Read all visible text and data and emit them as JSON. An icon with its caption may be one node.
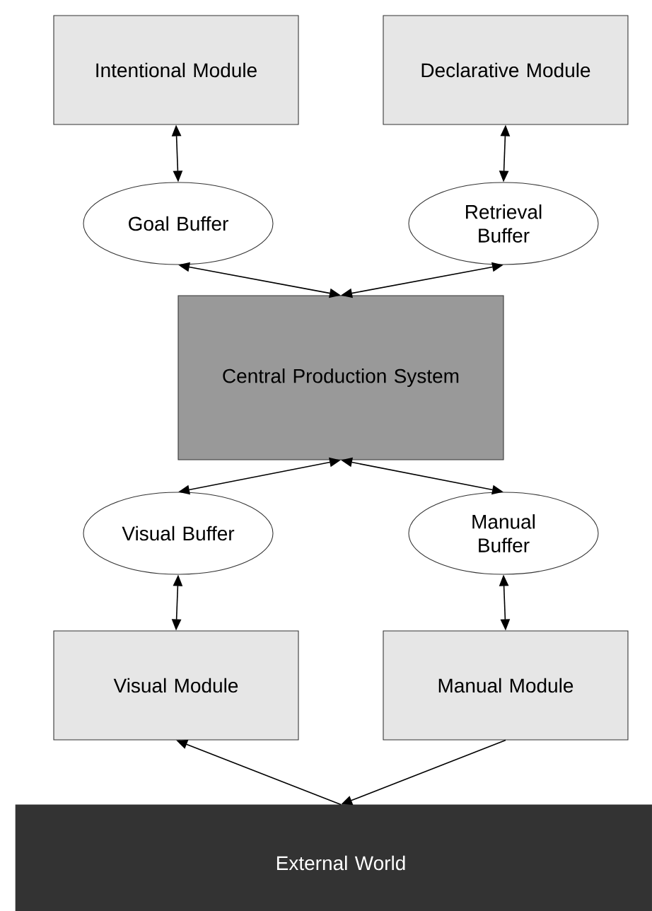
{
  "diagram": {
    "nodes": [
      {
        "text": [
          "Intentional Module"
        ]
      },
      {
        "text": [
          "Declarative Module"
        ]
      },
      {
        "text": [
          "Goal Buffer"
        ]
      },
      {
        "text": [
          "Retrieval Buffer"
        ]
      },
      {
        "text": [
          "Central Production System"
        ]
      },
      {
        "text": [
          "Visual Buffer"
        ]
      },
      {
        "text": [
          "Manual Buffer"
        ]
      },
      {
        "text": [
          "Visual Module"
        ]
      },
      {
        "text": [
          "Manual Module"
        ]
      },
      {
        "text": [
          "External World"
        ]
      }
    ],
    "edges": [
      {
        "from": 0,
        "to": 2,
        "arrow": "both"
      },
      {
        "from": 1,
        "to": 3,
        "arrow": "both"
      },
      {
        "from": 2,
        "to": 4,
        "arrow": "both"
      },
      {
        "from": 3,
        "to": 4,
        "arrow": "both"
      },
      {
        "from": 4,
        "to": 5,
        "arrow": "both"
      },
      {
        "from": 4,
        "to": 6,
        "arrow": "both"
      },
      {
        "from": 5,
        "to": 7,
        "arrow": "both"
      },
      {
        "from": 6,
        "to": 8,
        "arrow": "both"
      },
      {
        "from": 9,
        "to": 7,
        "arrow": "to"
      },
      {
        "from": 8,
        "to": 9,
        "arrow": "to"
      }
    ]
  }
}
